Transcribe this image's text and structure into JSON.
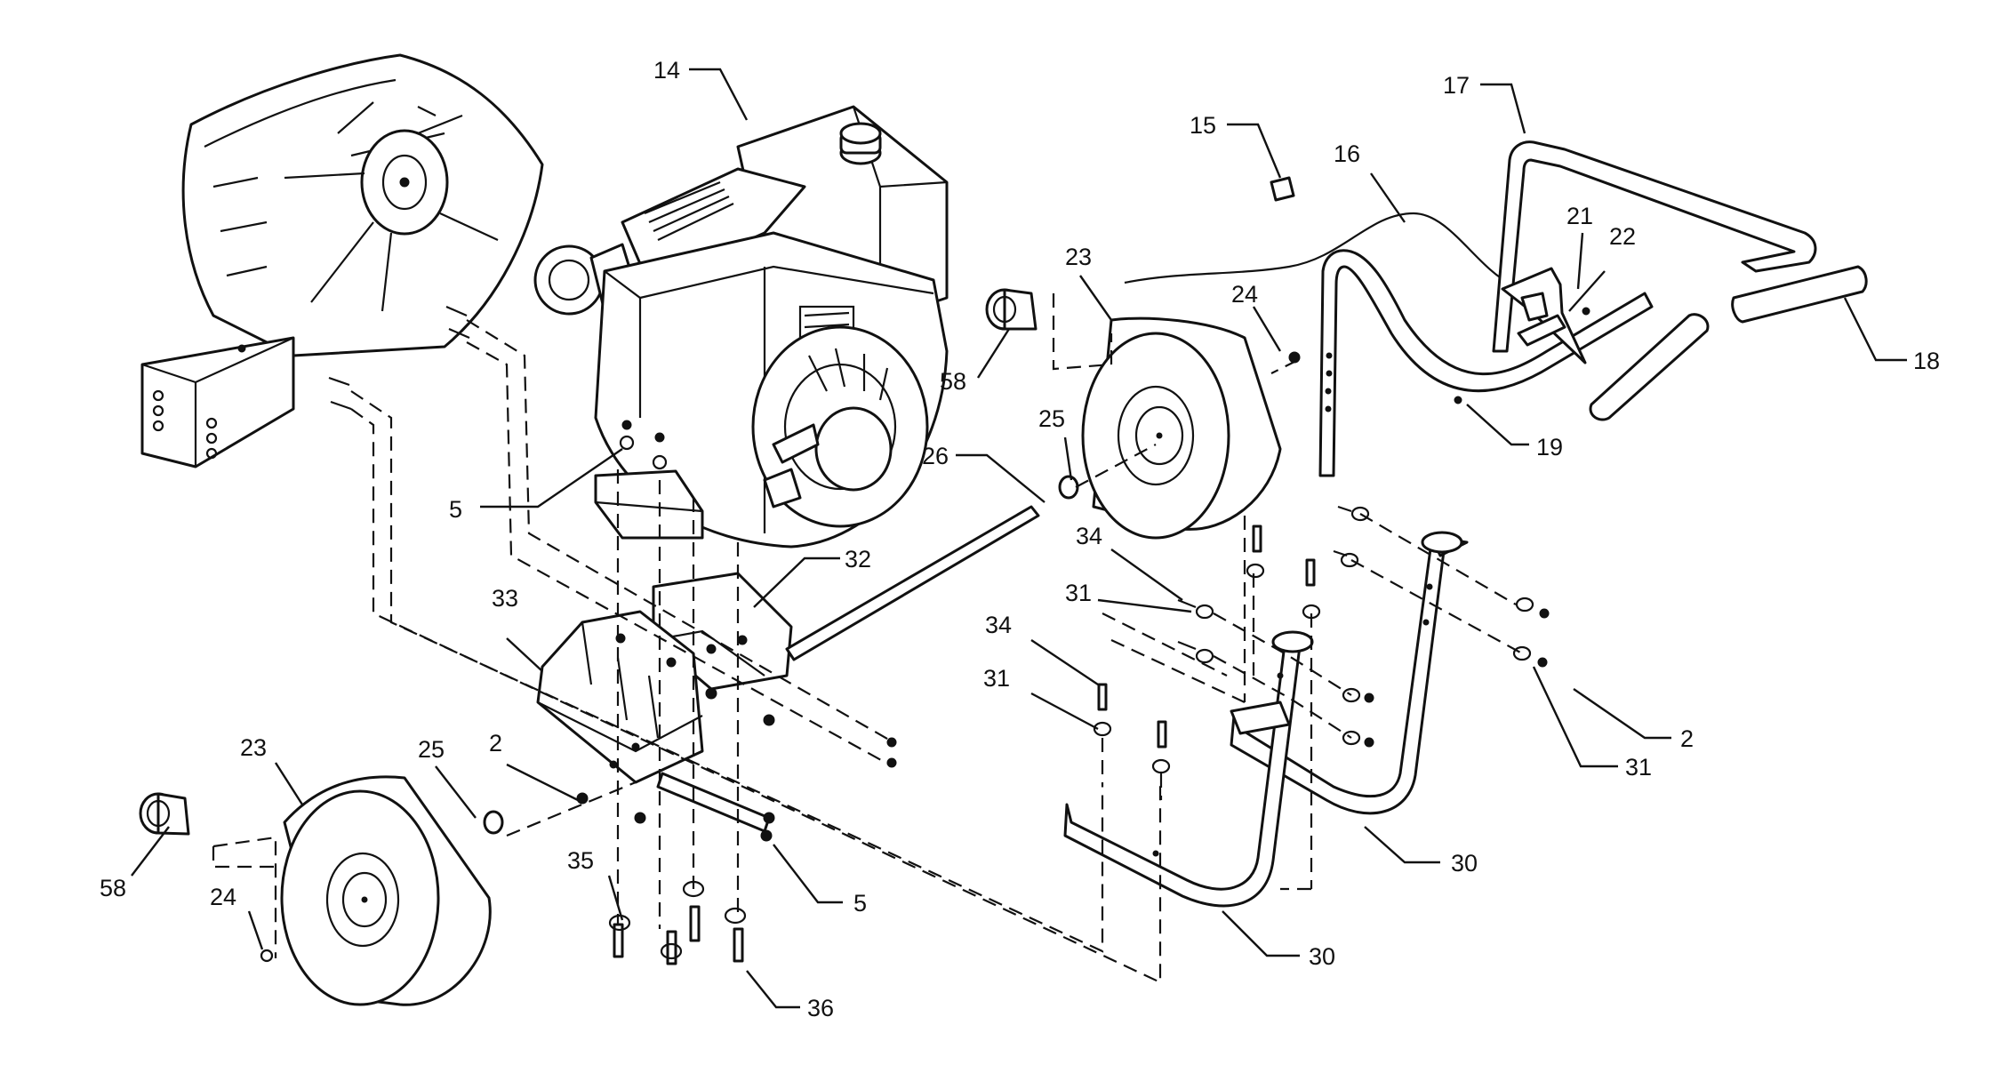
{
  "callouts": {
    "p14": "14",
    "p15": "15",
    "p17": "17",
    "p16": "16",
    "p23a": "23",
    "p24a": "24",
    "p21": "21",
    "p22": "22",
    "p58a": "58",
    "p18": "18",
    "p25a": "25",
    "p19": "19",
    "p26": "26",
    "p5a": "5",
    "p32": "32",
    "p34a": "34",
    "p31a": "31",
    "p33": "33",
    "p34b": "34",
    "p31b": "31",
    "p23b": "23",
    "p25b": "25",
    "p2a": "2",
    "p2b": "2",
    "p31c": "31",
    "p58b": "58",
    "p24b": "24",
    "p35": "35",
    "p5b": "5",
    "p30a": "30",
    "p30b": "30",
    "p36": "36"
  }
}
